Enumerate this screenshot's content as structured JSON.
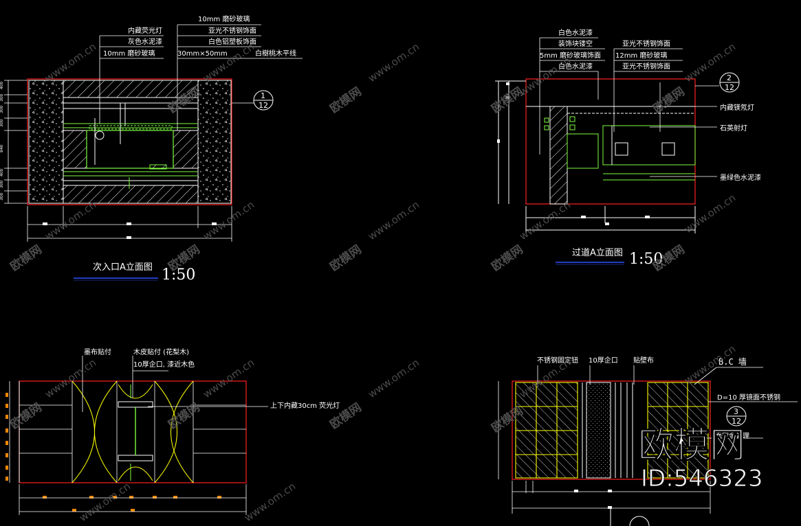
{
  "colors": {
    "background": "#000000",
    "line_white": "#ffffff",
    "line_red": "#ff2020",
    "line_green": "#7fff3f",
    "line_yellow": "#ffff00",
    "line_cyan": "#00e0e0",
    "accent_orange": "#ff8800",
    "title_blue": "#3050ff",
    "watermark": "#555555"
  },
  "watermark": {
    "text": "www.om.cn",
    "brand": "欧模网"
  },
  "logo": {
    "brand": "欧模网",
    "id": "ID:546323"
  },
  "drawing_a": {
    "title": "次入口A立面图",
    "scale": "1:50",
    "notes": [
      "10mm  磨砂玻璃",
      "内藏荧光灯",
      "亚光不锈钢饰面",
      "灰色水泥漆",
      "白色铝塑板饰面",
      "10mm  磨砂玻璃",
      "30mm×50mm",
      "白樹桃木平线"
    ],
    "section_mark": {
      "top": "1",
      "bottom": "12"
    }
  },
  "drawing_b": {
    "title": "过道A立面图",
    "scale": "1:50",
    "notes": [
      "白色水泥漆",
      "装饰块镂空",
      "5mm  磨砂玻璃饰面",
      "白色水泥漆",
      "亚光不锈钢饰面",
      "12mm  磨砂玻璃",
      "亚光不锈钢饰面"
    ],
    "side_notes": [
      "内藏镁氖灯",
      "石英射灯",
      "墨绿色水泥漆"
    ],
    "section_mark": {
      "top": "2",
      "bottom": "12"
    }
  },
  "drawing_c": {
    "notes": [
      "墨布贴付",
      "木皮贴付 (花梨木)",
      "10厚企口, 漆近木色",
      "上下内藏30cm  荧光灯"
    ]
  },
  "drawing_d": {
    "notes": [
      "不锈钢固定钮",
      "10厚企口",
      "贴壁布",
      "B.C 墙",
      "D=10  厚镜面不锈钢",
      "面镀金处理"
    ],
    "section_mark": {
      "top": "3",
      "bottom": "12"
    }
  }
}
